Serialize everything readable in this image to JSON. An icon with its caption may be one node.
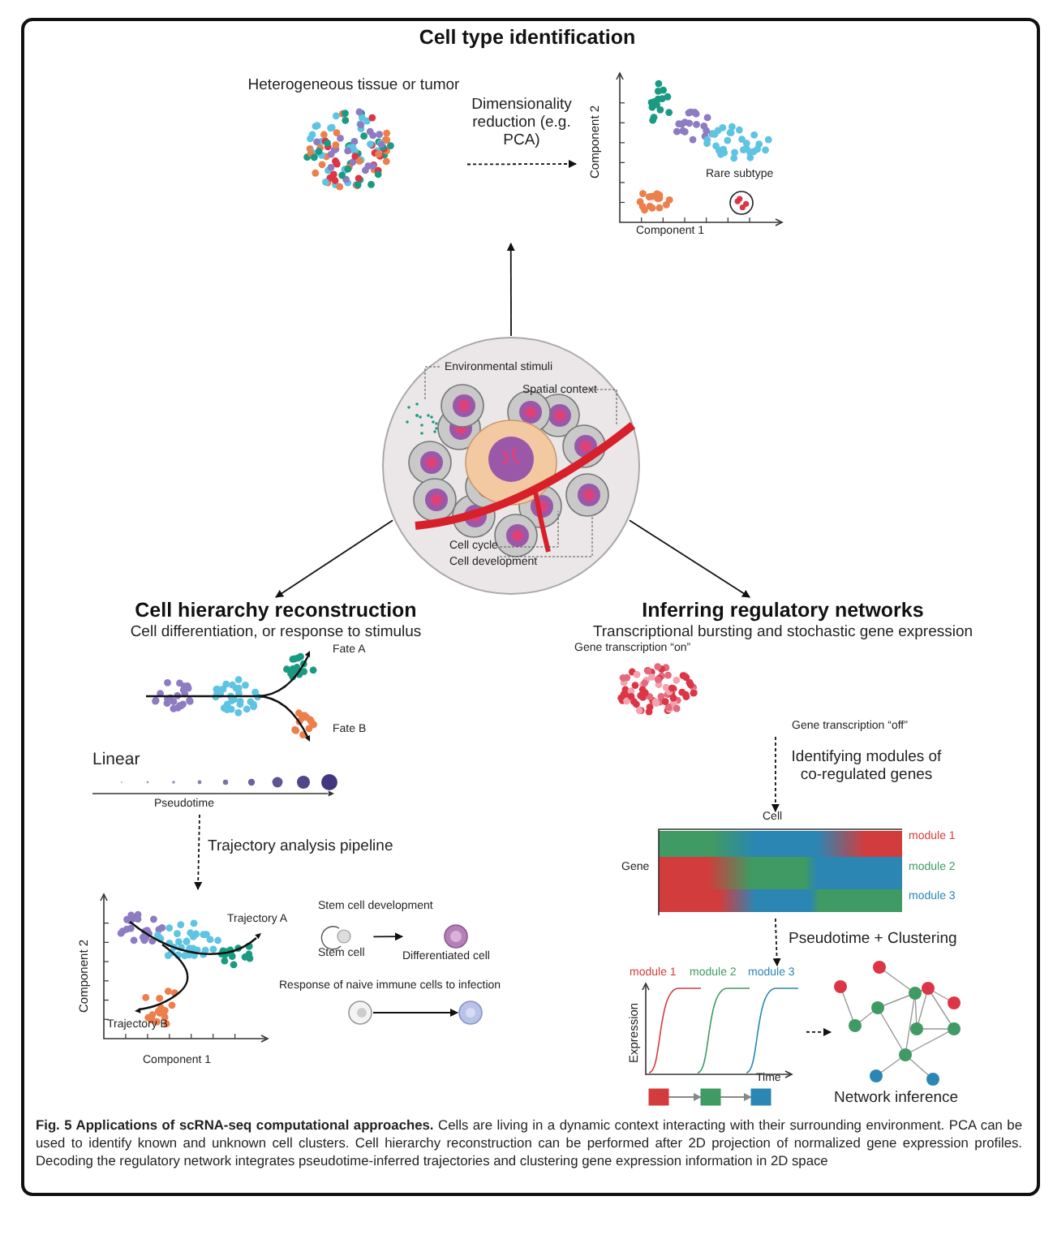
{
  "diagram": {
    "caption": "**Fig. 5 Applications of scRNA-seq computational approaches.** Cells are living in a dynamic context interacting with their surrounding environment. PCA can be used to identify known and unknown cell clusters. Cell hierarchy reconstruction can be performed after 2D projection of normalized gene expression profiles. Decoding the regulatory network integrates pseudotime-inferred trajectories and clustering gene expression information in 2D space",
    "nodes": [
      {
        "text": [
          "Cell type identification"
        ]
      },
      {
        "text": [
          "Heterogeneous tissue or tumor"
        ],
        "in": 0
      },
      {
        "text": [
          "Component 2",
          "Component 1",
          "Rare subtype"
        ],
        "in": 0
      },
      {
        "text": [
          "Environmental stimuli",
          "Spatial context",
          "Cell cycle",
          "Cell development"
        ]
      },
      {
        "text": [
          "Cell hierarchy reconstruction",
          "Cell differentiation, or response to stimulus"
        ]
      },
      {
        "text": [
          "Fate A",
          "Fate B"
        ],
        "in": 4
      },
      {
        "text": [
          "Linear",
          "Pseudotime"
        ],
        "in": 4
      },
      {
        "text": [
          "Component 2",
          "Trajectory A",
          "Trajectory B",
          "Component 1"
        ],
        "in": 4
      },
      {
        "text": [
          "Stem cell"
        ],
        "in": 4
      },
      {
        "text": [
          "Differentiated cell"
        ],
        "in": 4
      },
      {
        "text": [],
        "shape": "circle",
        "in": 4
      },
      {
        "text": [],
        "shape": "circle",
        "in": 4
      },
      {
        "text": [
          "Inferring regulatory networks",
          "Transcriptional bursting and stochastic gene expression"
        ]
      },
      {
        "text": [
          "Gene transcription “on”",
          "Gene transcription “off”"
        ],
        "in": 12
      },
      {
        "text": [
          "Cell",
          "Gene",
          "module 1",
          "module 2",
          "module 3"
        ],
        "in": 12
      },
      {
        "text": [
          "module 1",
          "module 2",
          "module 3",
          "Expression",
          "Time"
        ],
        "in": 12
      },
      {
        "text": [
          "Network inference"
        ],
        "in": 12
      },
      {
        "text": [],
        "shape": "box",
        "in": 12
      },
      {
        "text": [],
        "shape": "box",
        "in": 12
      },
      {
        "text": [],
        "shape": "box",
        "in": 12
      }
    ],
    "edges": [
      {
        "from": 1,
        "to": 2,
        "arrow": "to",
        "style": "dashed",
        "label": "Dimensionality reduction (e.g. PCA)"
      },
      {
        "from": 3,
        "to": 0,
        "arrow": "to"
      },
      {
        "from": 3,
        "to": 4,
        "arrow": "to"
      },
      {
        "from": 3,
        "to": 12,
        "arrow": "to"
      },
      {
        "from": 6,
        "to": 7,
        "arrow": "to",
        "style": "dashed",
        "label": "Trajectory analysis pipeline"
      },
      {
        "from": 8,
        "to": 9,
        "arrow": "to"
      },
      {
        "from": 10,
        "to": 11,
        "arrow": "to"
      },
      {
        "from": 13,
        "to": 14,
        "arrow": "to",
        "style": "dashed",
        "label": "Identifying modules of co-regulated genes"
      },
      {
        "from": 14,
        "to": 15,
        "arrow": "to",
        "style": "dashed",
        "label": "Pseudotime + Clustering"
      },
      {
        "from": 15,
        "to": 16,
        "arrow": "to",
        "style": "dashed"
      },
      {
        "from": 17,
        "to": 18,
        "arrow": "to",
        "color": "#888888"
      },
      {
        "from": 18,
        "to": 19,
        "arrow": "to",
        "color": "#888888"
      }
    ],
    "labels": [
      "Stem cell development",
      "Response of naive immune cells to infection"
    ]
  }
}
